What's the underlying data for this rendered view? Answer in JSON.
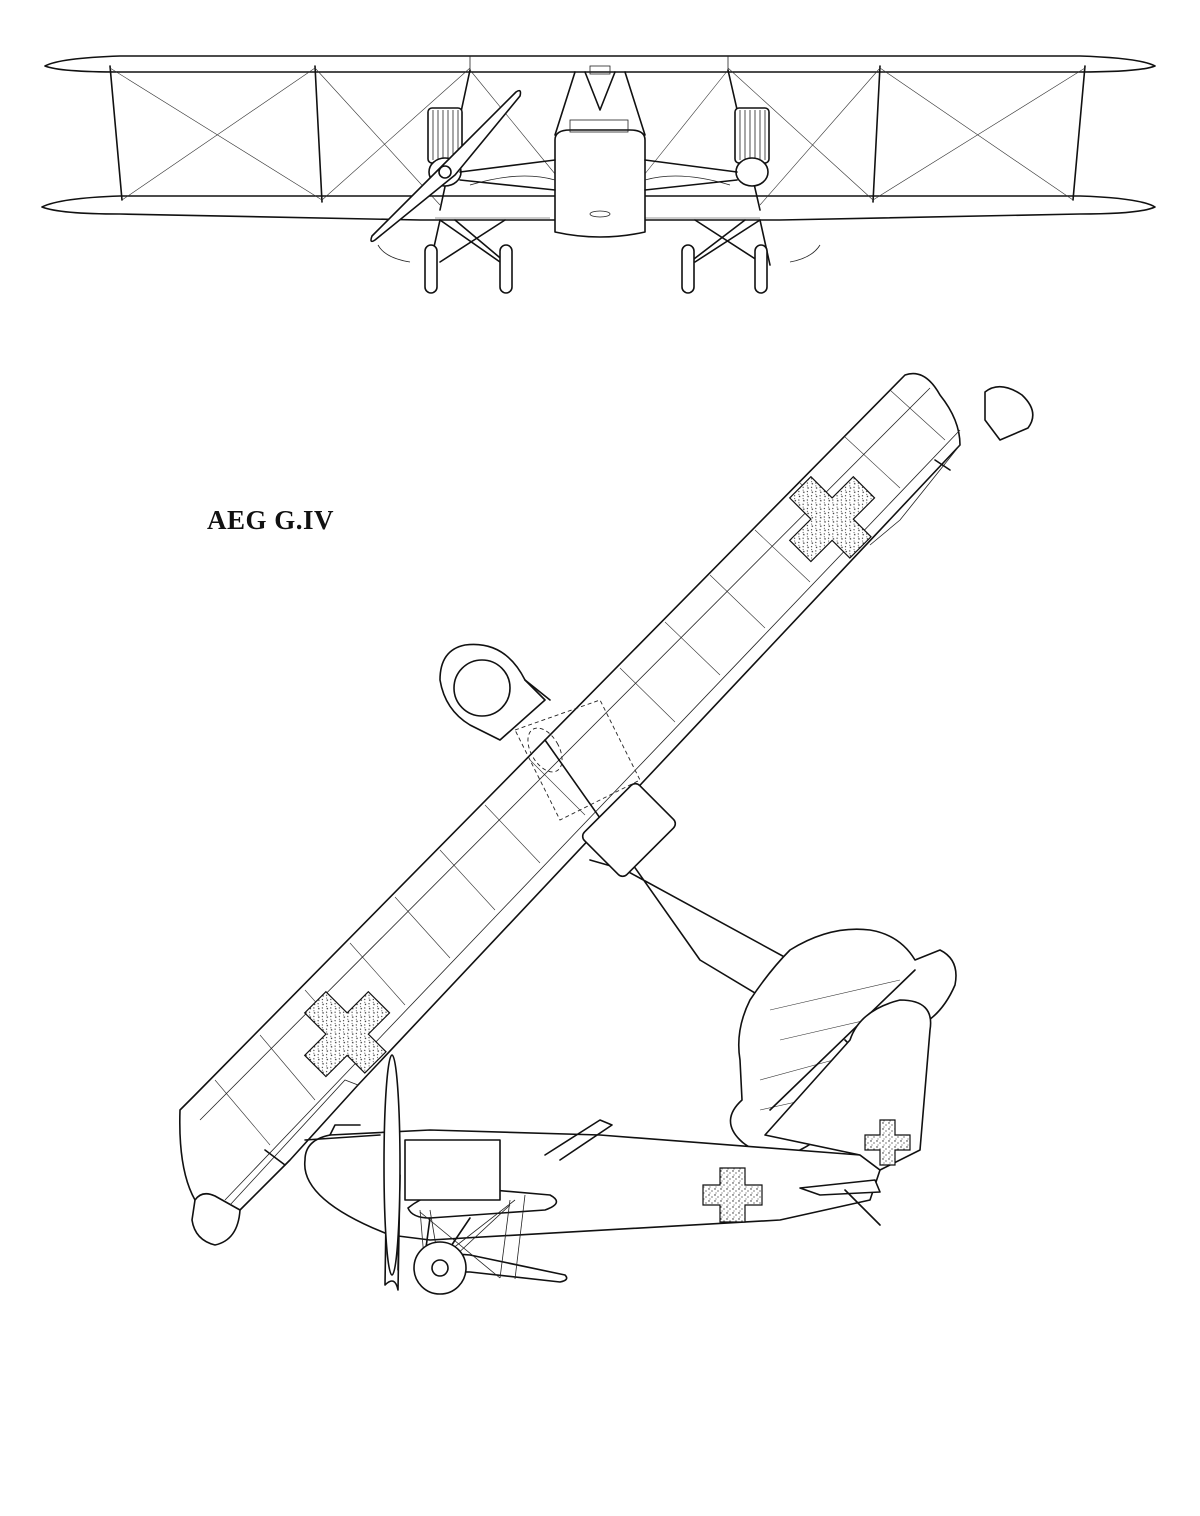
{
  "title": "AEG G.IV",
  "colors": {
    "ink": "#111111",
    "paper": "#ffffff"
  },
  "views": [
    "front-view",
    "top-view",
    "side-view"
  ]
}
